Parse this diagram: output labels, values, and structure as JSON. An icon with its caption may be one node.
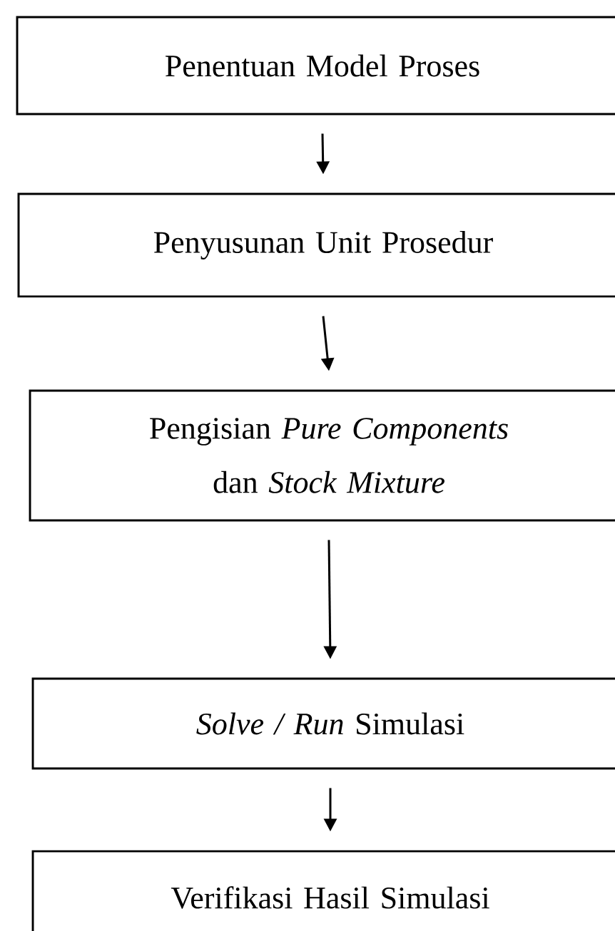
{
  "diagram": {
    "nodes": [
      {
        "text": [
          "Penentuan Model Proses"
        ]
      },
      {
        "text": [
          "Penyusunan Unit Prosedur"
        ]
      },
      {
        "text": [
          "Pengisian *Pure Components* dan *Stock Mixture*"
        ]
      },
      {
        "text": [
          "*Solve / Run* Simulasi"
        ]
      },
      {
        "text": [
          "Verifikasi Hasil Simulasi"
        ]
      }
    ],
    "edges": [
      {
        "from": 0,
        "to": 1,
        "arrow": "to"
      },
      {
        "from": 1,
        "to": 2,
        "arrow": "to"
      },
      {
        "from": 2,
        "to": 3,
        "arrow": "to"
      },
      {
        "from": 3,
        "to": 4,
        "arrow": "to"
      }
    ]
  }
}
